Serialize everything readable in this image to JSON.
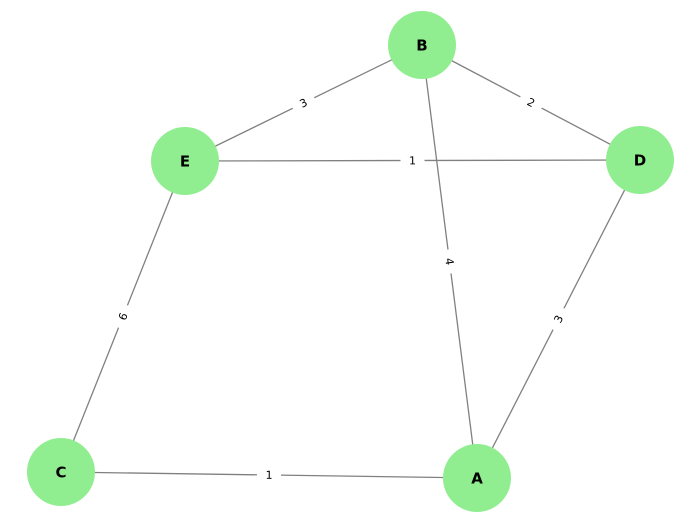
{
  "figure": {
    "background_color": "#ffffff",
    "node_fill_color": "#90ee90",
    "edge_color": "#808080",
    "label_color": "#000000"
  },
  "graph": {
    "type": "undirected-weighted-graph",
    "nodes": [
      {
        "id": "B"
      },
      {
        "id": "E"
      },
      {
        "id": "D"
      },
      {
        "id": "C"
      },
      {
        "id": "A"
      }
    ],
    "edges": [
      {
        "source": "B",
        "target": "E",
        "weight": "3"
      },
      {
        "source": "B",
        "target": "D",
        "weight": "2"
      },
      {
        "source": "B",
        "target": "A",
        "weight": "4"
      },
      {
        "source": "E",
        "target": "D",
        "weight": "1"
      },
      {
        "source": "E",
        "target": "C",
        "weight": "6"
      },
      {
        "source": "D",
        "target": "A",
        "weight": "3"
      },
      {
        "source": "C",
        "target": "A",
        "weight": "1"
      }
    ]
  }
}
